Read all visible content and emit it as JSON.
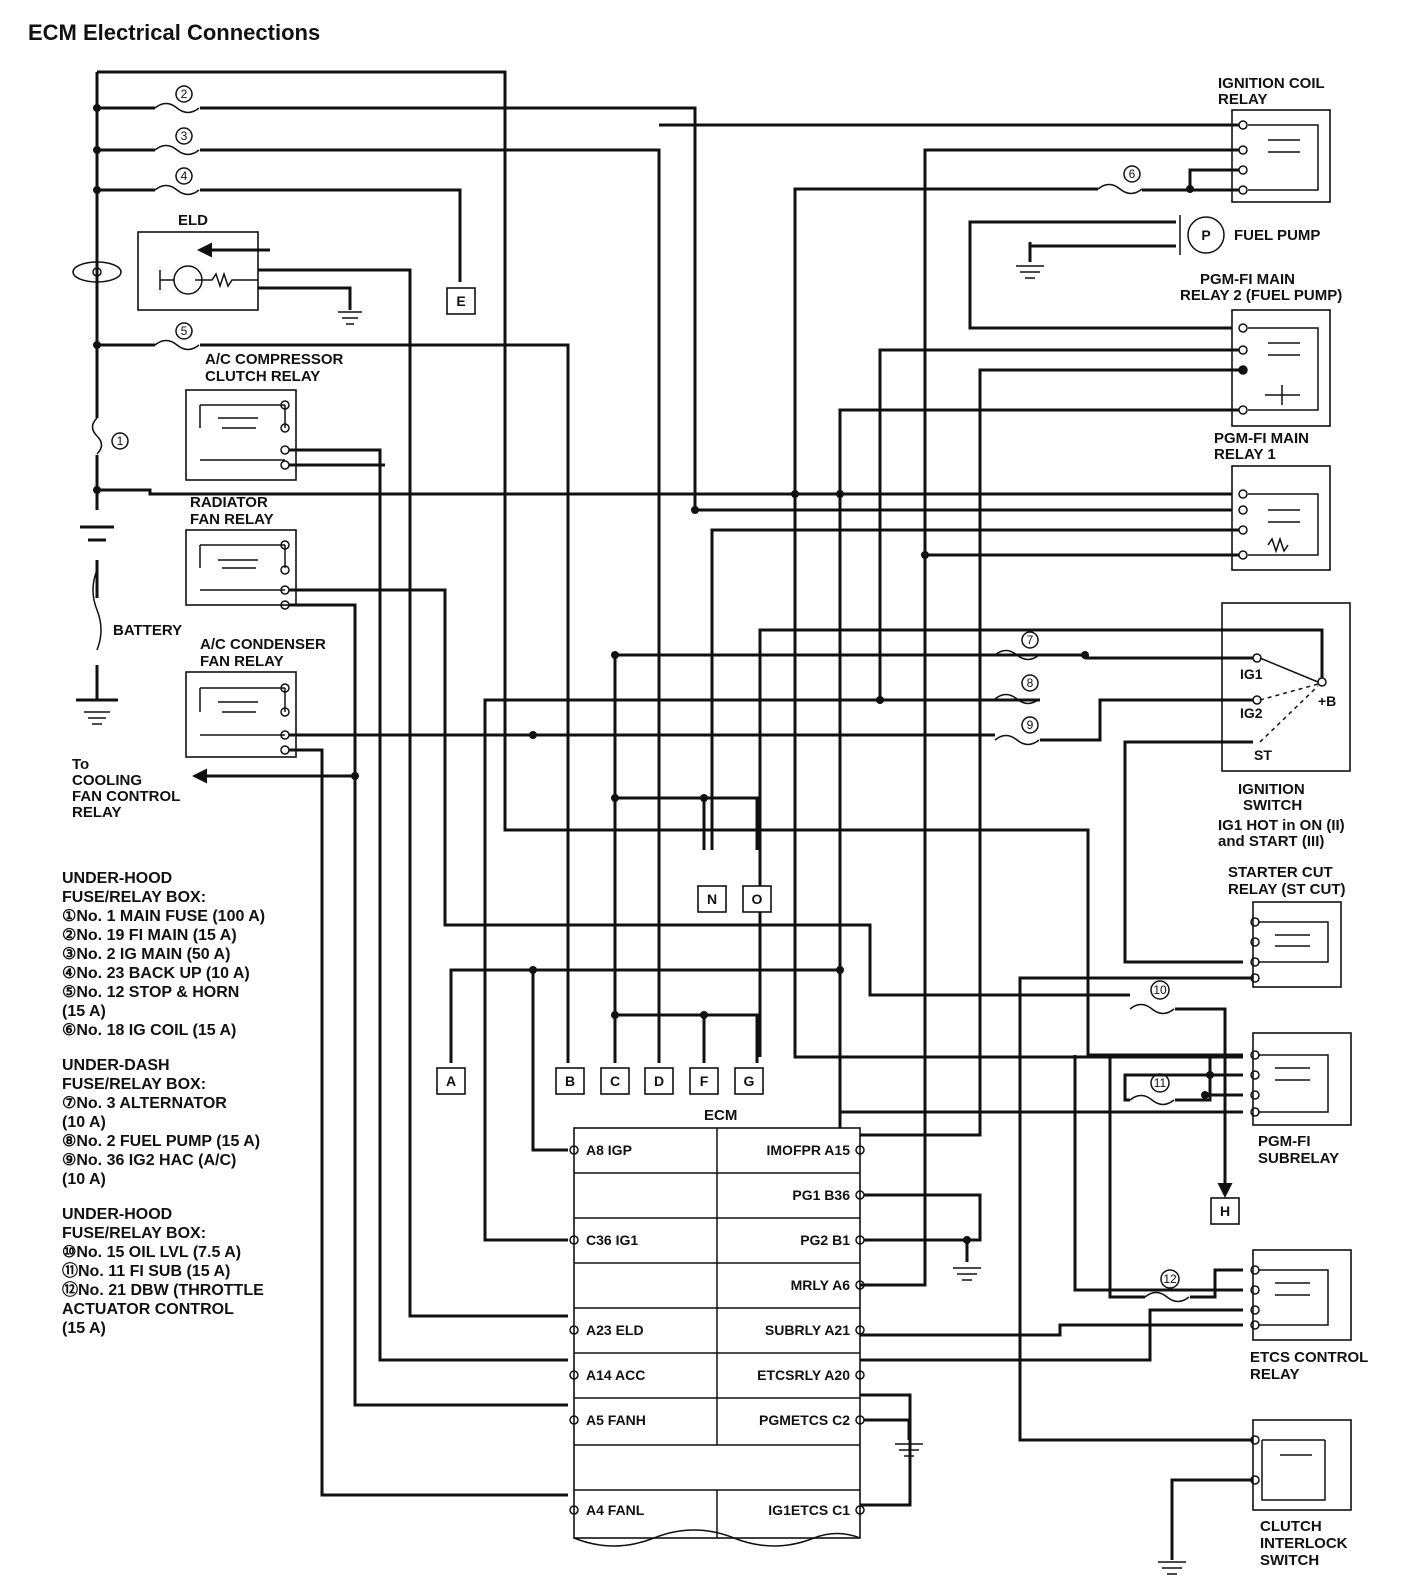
{
  "title": "ECM Electrical Connections",
  "components": {
    "eld": "ELD",
    "ac_compressor_relay": [
      "A/C COMPRESSOR",
      "CLUTCH RELAY"
    ],
    "radiator_fan_relay": [
      "RADIATOR",
      "FAN RELAY"
    ],
    "ac_condenser_relay": [
      "A/C CONDENSER",
      "FAN RELAY"
    ],
    "battery": "BATTERY",
    "cooling_fan": [
      "To",
      "COOLING",
      "FAN CONTROL",
      "RELAY"
    ],
    "ignition_coil_relay": [
      "IGNITION COIL",
      "RELAY"
    ],
    "fuel_pump": "FUEL PUMP",
    "fuel_pump_symbol": "P",
    "pgmfi_main_relay_2": [
      "PGM-FI MAIN",
      "RELAY 2 (FUEL PUMP)"
    ],
    "pgmfi_main_relay_1": [
      "PGM-FI MAIN",
      "RELAY 1"
    ],
    "ignition_switch": [
      "IGNITION",
      "SWITCH",
      "IG1 HOT in ON (II)",
      "and START (III)"
    ],
    "ignition_terminals": {
      "ig1": "IG1",
      "ig2": "IG2",
      "st": "ST",
      "b": "+B"
    },
    "starter_cut_relay": [
      "STARTER CUT",
      "RELAY (ST CUT)"
    ],
    "pgmfi_subrelay": [
      "PGM-FI",
      "SUBRELAY"
    ],
    "etcs_relay": [
      "ETCS CONTROL",
      "RELAY"
    ],
    "clutch_switch": [
      "CLUTCH",
      "INTERLOCK",
      "SWITCH"
    ],
    "ecm": "ECM"
  },
  "fuse_numbers": [
    "1",
    "2",
    "3",
    "4",
    "5",
    "6",
    "7",
    "8",
    "9",
    "10",
    "11",
    "12"
  ],
  "connectors": [
    "A",
    "B",
    "C",
    "D",
    "E",
    "F",
    "G",
    "H",
    "N",
    "O"
  ],
  "ecm_left_pins": [
    "A8 IGP",
    "C36 IG1",
    "A23 ELD",
    "A14 ACC",
    "A5 FANH",
    "A4 FANL"
  ],
  "ecm_right_pins": [
    "IMOFPR A15",
    "PG1 B36",
    "PG2 B1",
    "MRLY A6",
    "SUBRLY A21",
    "ETCSRLY A20",
    "PGMETCS C2",
    "IG1ETCS C1"
  ],
  "legend": [
    {
      "heading": [
        "UNDER-HOOD",
        "FUSE/RELAY BOX:"
      ],
      "items": [
        "①No. 1 MAIN FUSE (100 A)",
        "②No. 19 FI MAIN (15 A)",
        "③No. 2 IG MAIN (50 A)",
        "④No. 23 BACK UP (10 A)",
        "⑤No. 12 STOP & HORN",
        "(15 A)",
        "⑥No. 18 IG COIL (15 A)"
      ]
    },
    {
      "heading": [
        "UNDER-DASH",
        "FUSE/RELAY BOX:"
      ],
      "items": [
        "⑦No. 3 ALTERNATOR",
        "(10 A)",
        "⑧No. 2 FUEL PUMP (15 A)",
        "⑨No. 36 IG2 HAC (A/C)",
        "(10 A)"
      ]
    },
    {
      "heading": [
        "UNDER-HOOD",
        "FUSE/RELAY BOX:"
      ],
      "items": [
        "⑩No. 15 OIL LVL (7.5 A)",
        "⑪No. 11 FI SUB (15 A)",
        "⑫No. 21 DBW (THROTTLE",
        "ACTUATOR CONTROL",
        " (15 A)"
      ]
    }
  ]
}
